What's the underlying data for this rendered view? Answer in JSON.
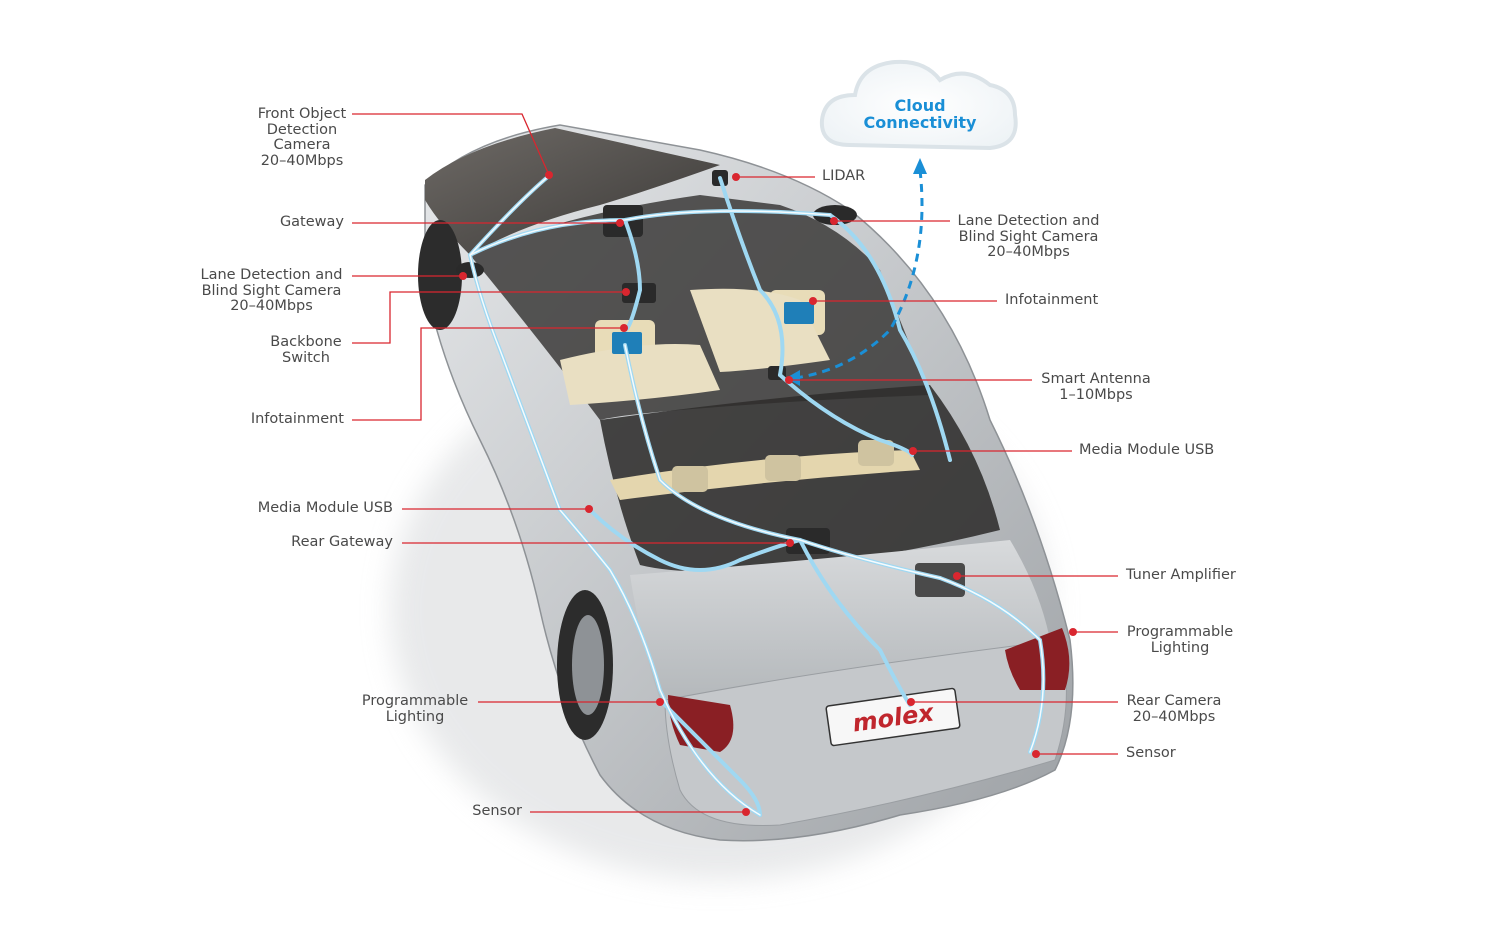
{
  "cloud": {
    "lines": [
      "Cloud",
      "Connectivity"
    ]
  },
  "plate_text": "molex",
  "colors": {
    "leader": "#d9262f",
    "label": "#4a4a4a",
    "cloud_text": "#1a8fd6",
    "cable_glow": "#9fd8f2",
    "car_body": "#c9cccf"
  },
  "labels": {
    "front_camera": [
      "Front Object",
      "Detection",
      "Camera",
      "20–40Mbps"
    ],
    "gateway": [
      "Gateway"
    ],
    "lane_left": [
      "Lane Detection and",
      "Blind Sight Camera",
      "20–40Mbps"
    ],
    "backbone": [
      "Backbone",
      "Switch"
    ],
    "infotainment_left": [
      "Infotainment"
    ],
    "media_left": [
      "Media Module USB"
    ],
    "rear_gateway": [
      "Rear Gateway"
    ],
    "lighting_left": [
      "Programmable",
      "Lighting"
    ],
    "sensor_left": [
      "Sensor"
    ],
    "lidar": [
      "LIDAR"
    ],
    "lane_right": [
      "Lane Detection and",
      "Blind Sight Camera",
      "20–40Mbps"
    ],
    "infotainment_right": [
      "Infotainment"
    ],
    "smart_antenna": [
      "Smart Antenna",
      "1–10Mbps"
    ],
    "media_right": [
      "Media Module USB"
    ],
    "tuner": [
      "Tuner Amplifier"
    ],
    "lighting_right": [
      "Programmable",
      "Lighting"
    ],
    "rear_camera": [
      "Rear Camera",
      "20–40Mbps"
    ],
    "sensor_right": [
      "Sensor"
    ]
  }
}
